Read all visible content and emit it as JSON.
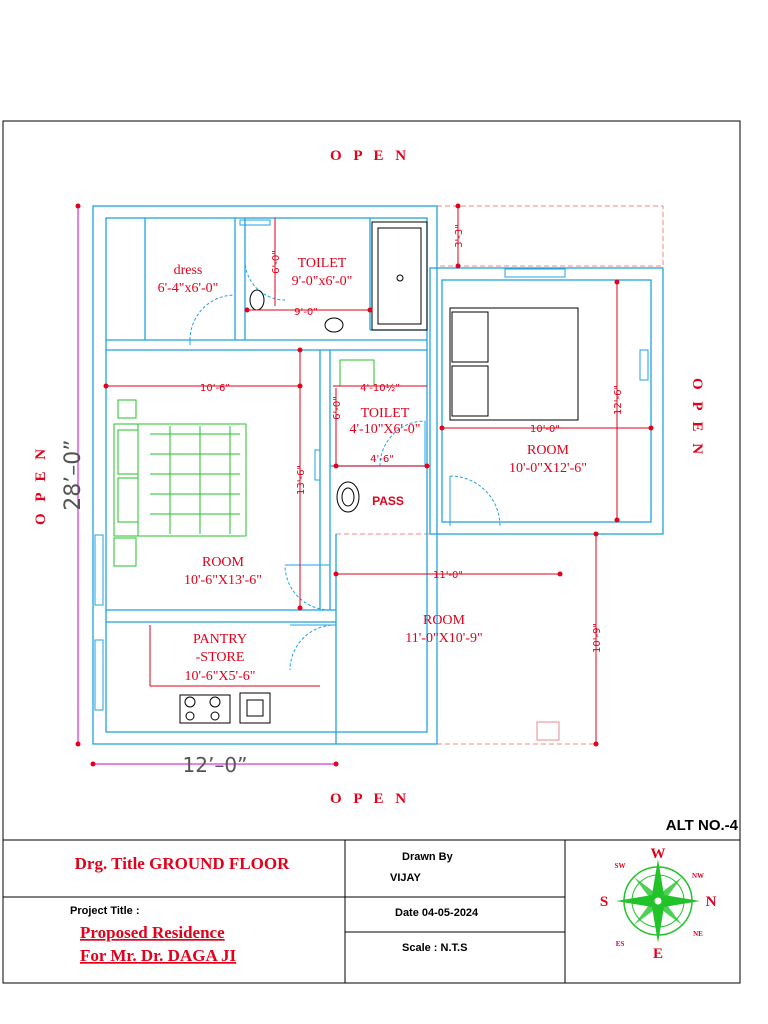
{
  "open_labels": {
    "top": "O P E N",
    "bottom": "O P E N",
    "left": "O P E N",
    "right": "O P E N"
  },
  "overall_dims": {
    "height": "28’–0”",
    "width": "12’–0”"
  },
  "rooms": {
    "dress": {
      "name": "dress",
      "size": "6'-4\"x6'-0\""
    },
    "toilet1": {
      "name": "TOILET",
      "size": "9'-0\"x6'-0\""
    },
    "toilet2": {
      "name": "TOILET",
      "size": "4'-10\"X6'-0\""
    },
    "room_left": {
      "name": "ROOM",
      "size": "10'-6\"X13'-6\""
    },
    "room_right": {
      "name": "ROOM",
      "size": "10'-0\"X12'-6\""
    },
    "room_bottom": {
      "name": "ROOM",
      "size": "11'-0\"X10'-9\""
    },
    "pantry": {
      "line1": "PANTRY",
      "line2": "-STORE",
      "size": "10'-6\"X5'-6\""
    },
    "pass": {
      "name": "PASS"
    }
  },
  "dims": {
    "d_3_3": "3'-3\"",
    "d_6_0a": "6'-0\"",
    "d_9_0": "9'-0\"",
    "d_10_6": "10'-6\"",
    "d_4_10": "4'-10½\"",
    "d_6_0b": "6'-0\"",
    "d_10_0": "10'-0\"",
    "d_12_6": "12'-6\"",
    "d_13_6": "13'-6\"",
    "d_4_6": "4'-6\"",
    "d_11_0": "11'-0\"",
    "d_10_9": "10'-9\""
  },
  "title_block": {
    "alt": "ALT NO.-4",
    "drg_title": "Drg. Title GROUND FLOOR",
    "drawn_by_label": "Drawn By",
    "drawn_by": "VIJAY",
    "project_title_label": "Project Title  :",
    "project_line1": "Proposed Residence",
    "project_line2": "For   Mr. Dr. DAGA JI",
    "date": "Date  04-05-2024",
    "scale": "Scale   :   N.T.S"
  },
  "compass": {
    "N": "N",
    "S": "S",
    "E": "E",
    "W": "W",
    "NW": "NW",
    "NE": "NE",
    "SW": "SW",
    "SE": "ES"
  },
  "colors": {
    "wall": "#1fa3e0",
    "dim": "#e3001b",
    "furniture": "#22c32a",
    "magenta": "#d400d4"
  }
}
